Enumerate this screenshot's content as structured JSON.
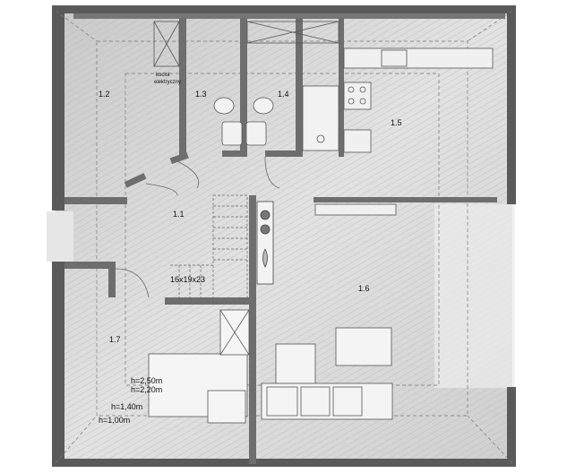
{
  "rooms": [
    {
      "id": "1.1",
      "label": "1.1"
    },
    {
      "id": "1.2",
      "label": "1.2"
    },
    {
      "id": "1.3",
      "label": "1.3"
    },
    {
      "id": "1.4",
      "label": "1.4"
    },
    {
      "id": "1.5",
      "label": "1.5"
    },
    {
      "id": "1.6",
      "label": "1.6"
    },
    {
      "id": "1.7",
      "label": "1.7"
    }
  ],
  "annotations": {
    "boiler_line1": "kocioł",
    "boiler_line2": "elektryczny",
    "stairs": "16x19x23"
  },
  "heights": [
    {
      "label": "h=2,50m"
    },
    {
      "label": "h=2,20m"
    },
    {
      "label": "h=1,40m"
    },
    {
      "label": "h=1,00m"
    }
  ],
  "colors": {
    "wall_outer": "#5a5a5a",
    "wall_inner": "#6e6e6e",
    "floor": "#d8d8d8",
    "floor_light": "#eeeeee",
    "hatch": "#9a9a9a",
    "dashed": "#7a7a7a"
  }
}
